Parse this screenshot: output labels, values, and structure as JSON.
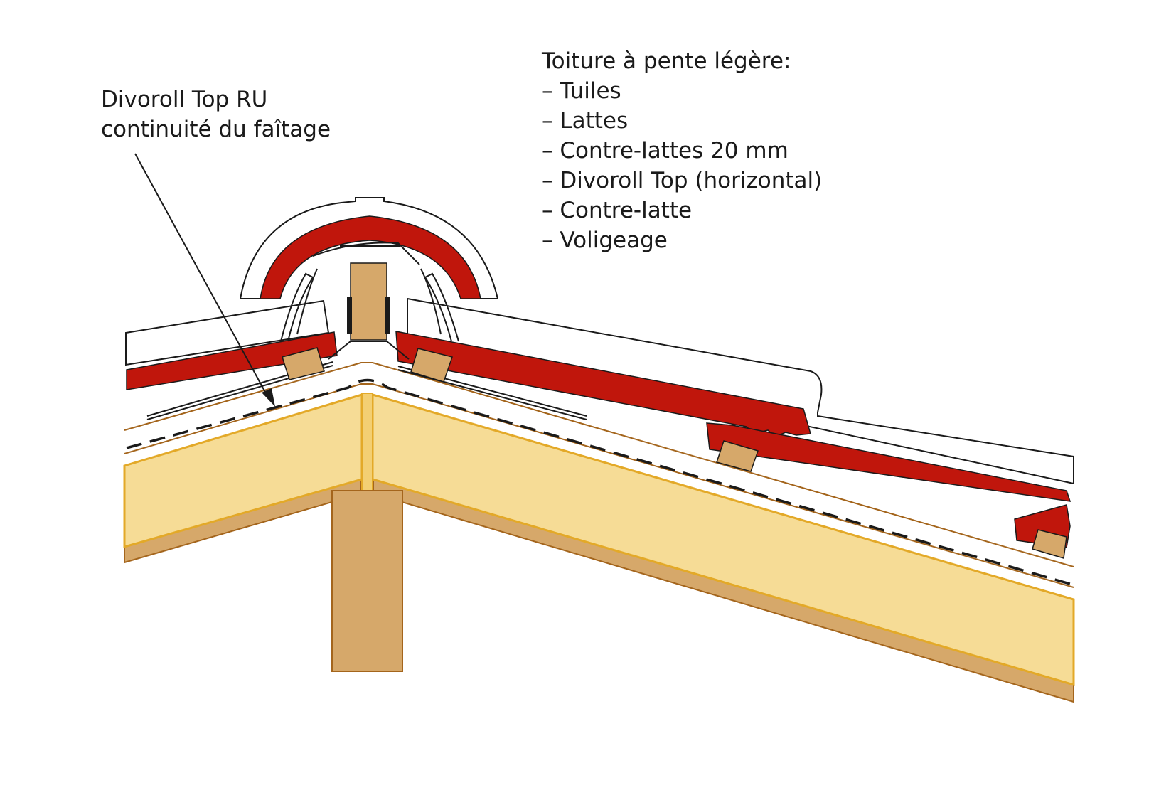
{
  "callout": {
    "line1": "Divoroll Top RU",
    "line2": "continuité du faîtage"
  },
  "legend": {
    "title": "Toiture à pente légère:",
    "items": [
      "– Tuiles",
      "– Lattes",
      "– Contre-lattes 20 mm",
      "– Divoroll Top (horizontal)",
      "– Contre-latte",
      "– Voligeage"
    ]
  },
  "colors": {
    "tile_red": "#c0160c",
    "timber": "#d6a86a",
    "timber_edge": "#a4651c",
    "insulation": "#f6dc96",
    "insulation_edge": "#e3a928",
    "outline": "#1a1a1a"
  }
}
